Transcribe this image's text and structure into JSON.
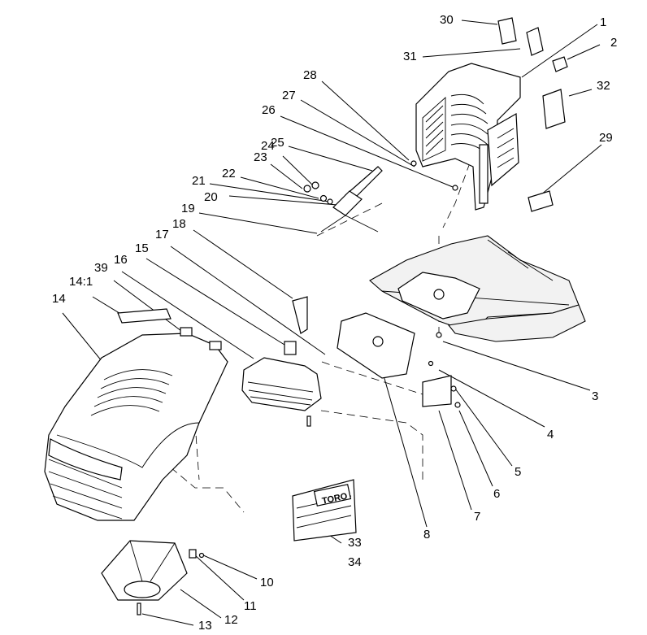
{
  "diagram": {
    "callouts": [
      {
        "id": "1",
        "text": "1"
      },
      {
        "id": "2",
        "text": "2"
      },
      {
        "id": "3",
        "text": "3"
      },
      {
        "id": "4",
        "text": "4"
      },
      {
        "id": "5",
        "text": "5"
      },
      {
        "id": "6",
        "text": "6"
      },
      {
        "id": "7",
        "text": "7"
      },
      {
        "id": "8",
        "text": "8"
      },
      {
        "id": "10",
        "text": "10"
      },
      {
        "id": "11",
        "text": "11"
      },
      {
        "id": "12",
        "text": "12"
      },
      {
        "id": "13",
        "text": "13"
      },
      {
        "id": "14",
        "text": "14"
      },
      {
        "id": "14_1",
        "text": "14:1"
      },
      {
        "id": "15",
        "text": "15"
      },
      {
        "id": "16",
        "text": "16"
      },
      {
        "id": "17",
        "text": "17"
      },
      {
        "id": "18",
        "text": "18"
      },
      {
        "id": "19",
        "text": "19"
      },
      {
        "id": "20",
        "text": "20"
      },
      {
        "id": "21",
        "text": "21"
      },
      {
        "id": "22",
        "text": "22"
      },
      {
        "id": "23",
        "text": "23"
      },
      {
        "id": "24",
        "text": "24"
      },
      {
        "id": "25",
        "text": "25"
      },
      {
        "id": "26",
        "text": "26"
      },
      {
        "id": "27",
        "text": "27"
      },
      {
        "id": "28",
        "text": "28"
      },
      {
        "id": "29",
        "text": "29"
      },
      {
        "id": "30",
        "text": "30"
      },
      {
        "id": "31",
        "text": "31"
      },
      {
        "id": "32",
        "text": "32"
      },
      {
        "id": "33",
        "text": "33"
      },
      {
        "id": "34",
        "text": "34"
      },
      {
        "id": "39",
        "text": "39"
      }
    ],
    "decal_logo_text": "TORO",
    "line_color": "#000000",
    "background_color": "#ffffff"
  }
}
